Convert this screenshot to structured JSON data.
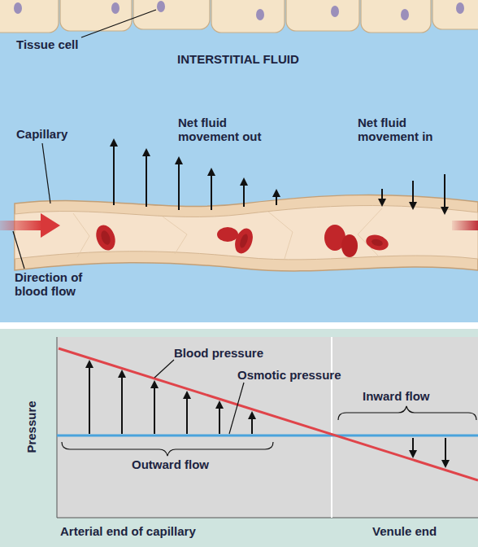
{
  "diagram": {
    "labels": [
      "Tissue cell",
      "INTERSTITIAL FLUID",
      "Capillary",
      "Net fluid movement out",
      "Net fluid movement in",
      "Direction of blood flow",
      "Blood pressure",
      "Osmotic pressure",
      "Inward flow",
      "Pressure",
      "Outward flow",
      "Arterial end of capillary",
      "Venule end"
    ]
  }
}
